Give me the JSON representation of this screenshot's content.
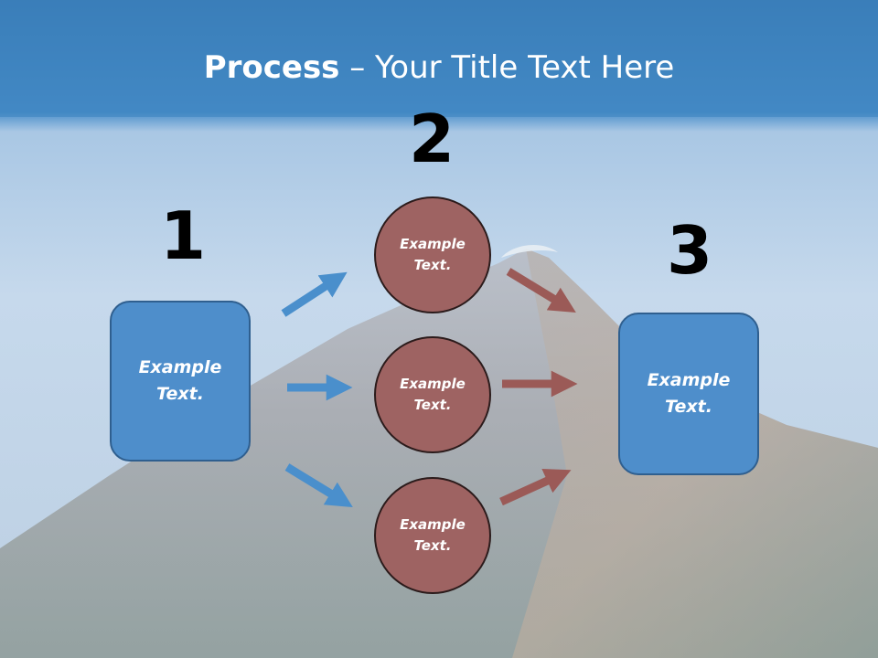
{
  "title": {
    "bold": "Process",
    "rest": " – Your Title Text Here"
  },
  "steps": {
    "one": "1",
    "two": "2",
    "three": "3"
  },
  "left_box": {
    "text": "Example Text."
  },
  "right_box": {
    "text": "Example Text."
  },
  "circles": [
    {
      "text": "Example Text."
    },
    {
      "text": "Example Text."
    },
    {
      "text": "Example Text."
    }
  ],
  "colors": {
    "box_blue": "#4e8ecb",
    "circle_brown": "#9e6362",
    "arrow_blue": "#4a8fcc",
    "arrow_brown": "#9b5a57",
    "title_bar": "#3f86c2"
  }
}
